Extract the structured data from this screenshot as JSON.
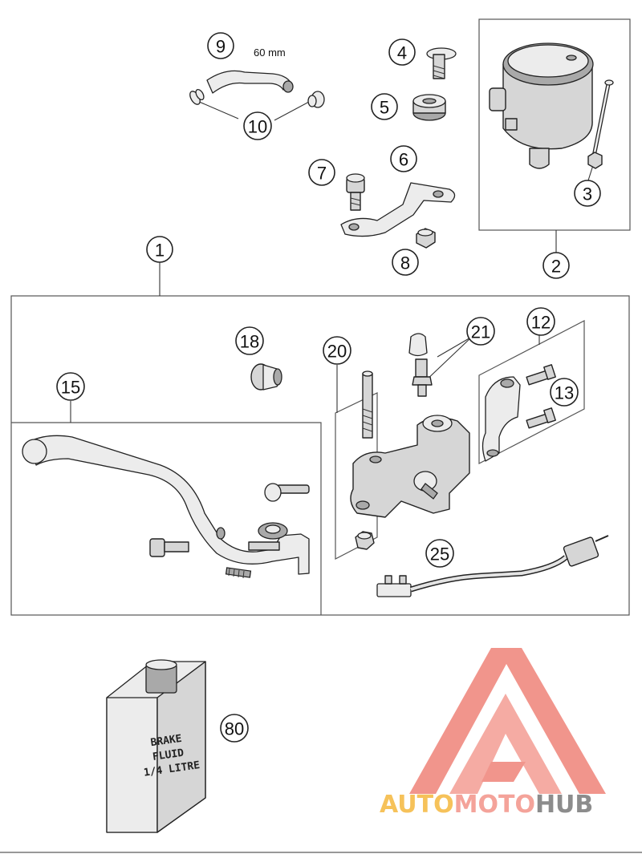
{
  "callouts": {
    "c1": "1",
    "c2": "2",
    "c3": "3",
    "c4": "4",
    "c5": "5",
    "c6": "6",
    "c7": "7",
    "c8": "8",
    "c9": "9",
    "c10": "10",
    "c12": "12",
    "c13": "13",
    "c15": "15",
    "c18": "18",
    "c20": "20",
    "c21": "21",
    "c25": "25",
    "c80": "80"
  },
  "hose_length_label": "60 mm",
  "brake_fluid_can": {
    "line1": "BRAKE",
    "line2": "FLUID",
    "line3": "1/4 LITRE"
  },
  "watermark": {
    "part1": "AUTO",
    "part2": "MOTO",
    "part3": "HUB",
    "colors": {
      "auto": "#f6c25a",
      "moto": "#f4a39a",
      "hub": "#8c8c8c",
      "triangle": "#f08a80"
    }
  }
}
